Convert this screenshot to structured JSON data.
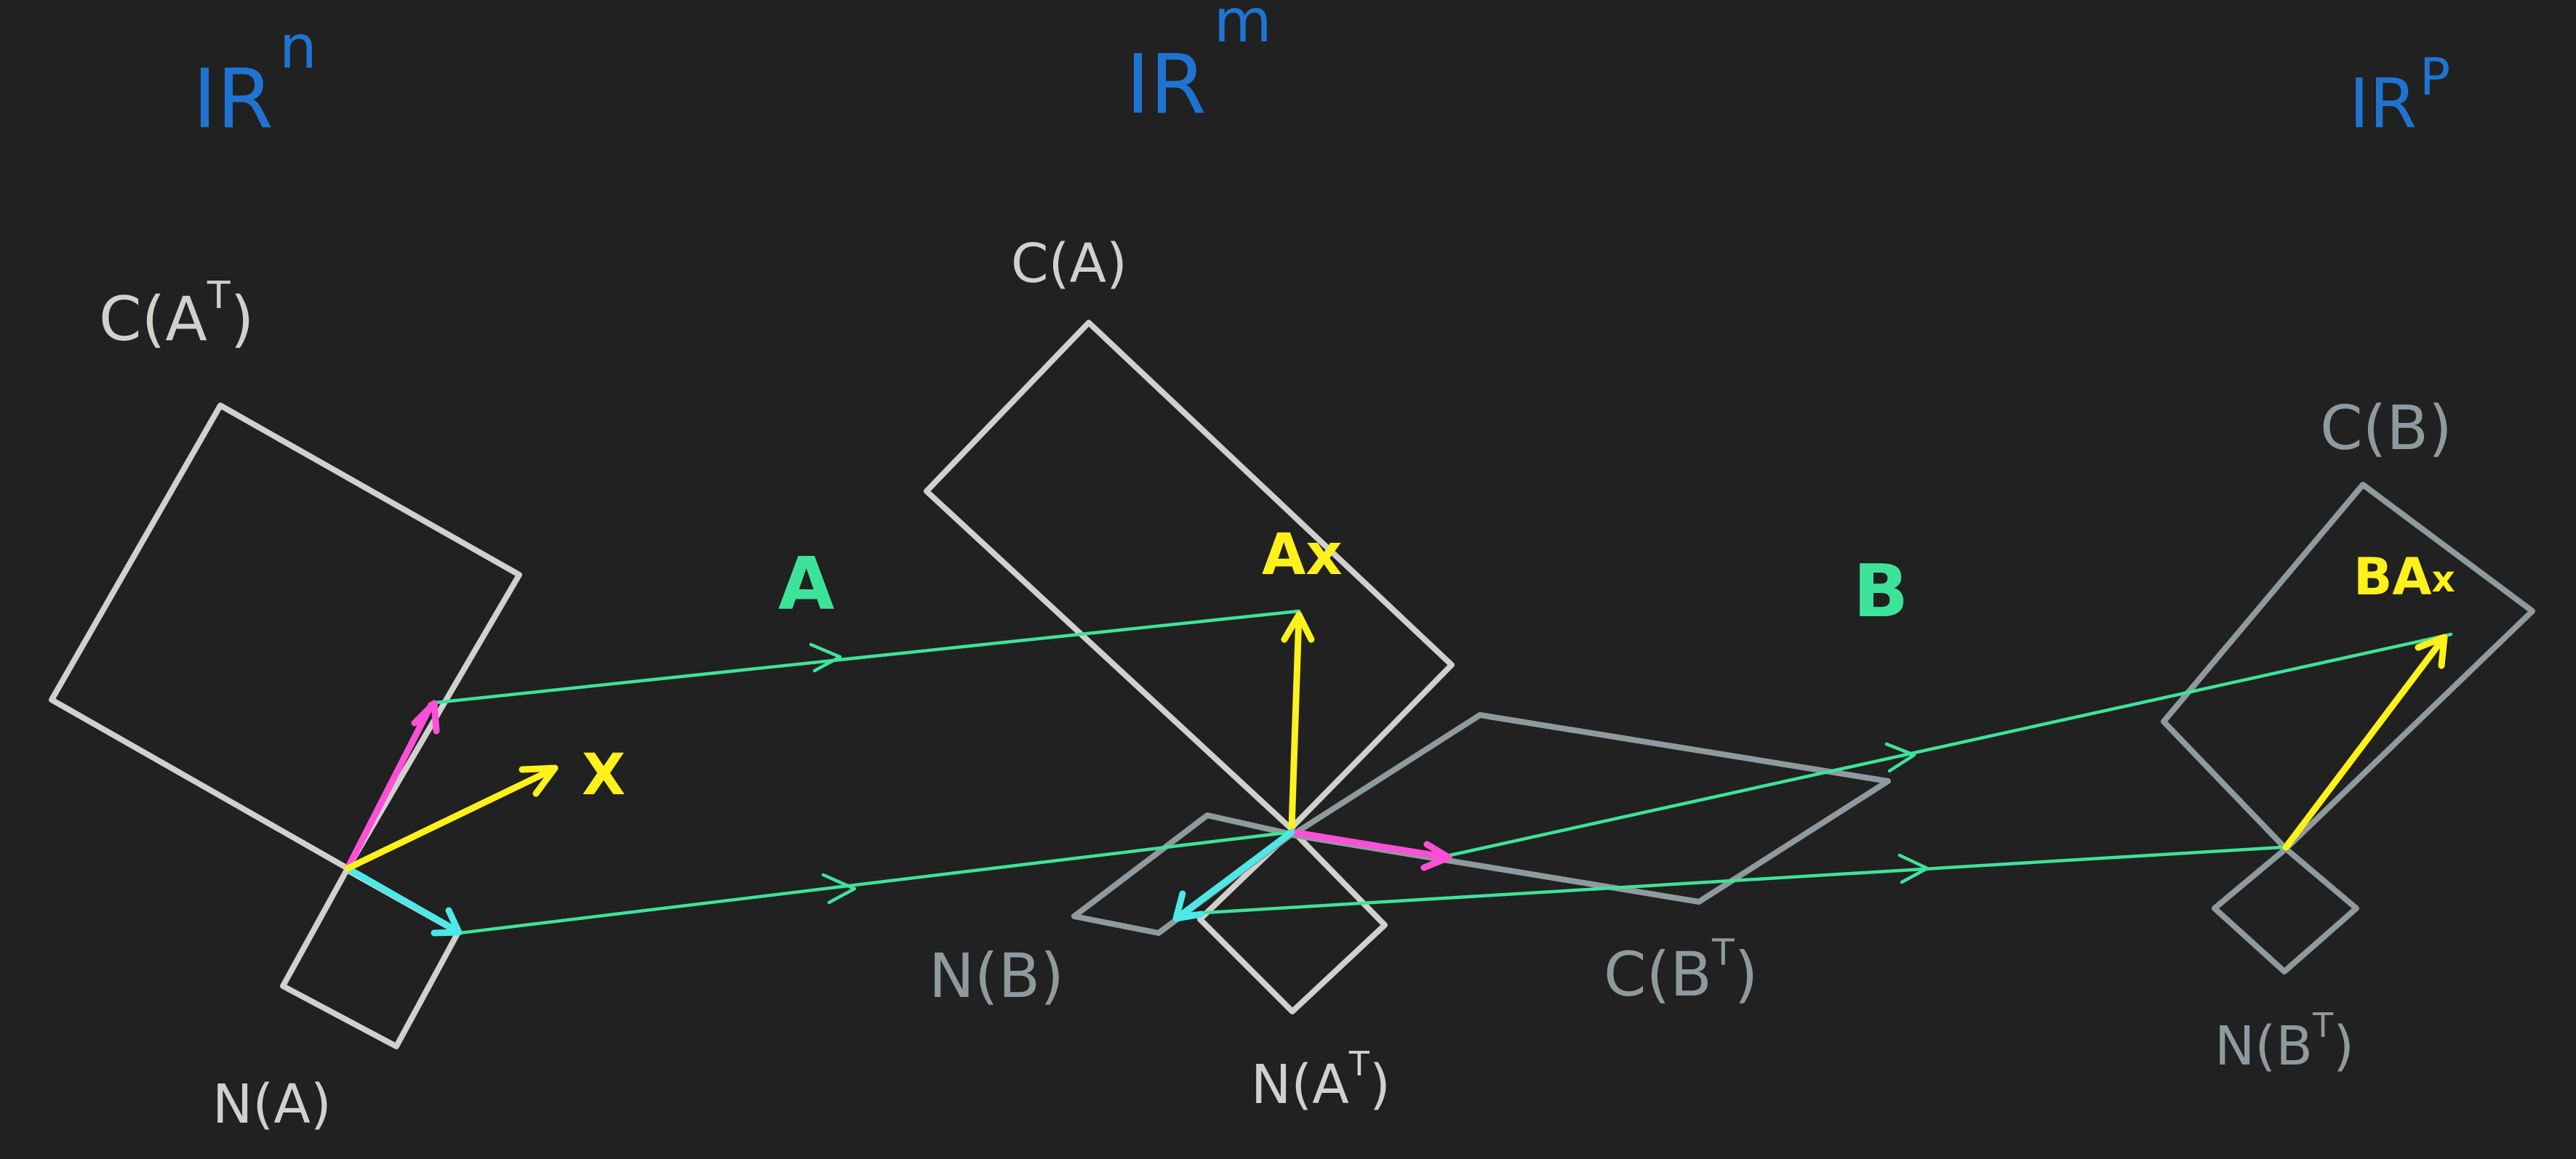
{
  "colors": {
    "background": "#212121",
    "space_label": "#1f74d3",
    "subspace_primary": "#d2d0cd",
    "subspace_secondary": "#8f9a9e",
    "map_arrow": "#3ee39a",
    "map_label": "#3ee39a",
    "vector_yellow": "#fff11c",
    "vector_magenta": "#ff4fd8",
    "vector_cyan": "#4de8e8"
  },
  "spaces": {
    "rn": {
      "base": "IR",
      "sup": "n"
    },
    "rm": {
      "base": "IR",
      "sup": "m"
    },
    "rp": {
      "base": "IR",
      "sup": "P"
    }
  },
  "subspaces": {
    "col_at": {
      "pre": "C(A",
      "sup": "T",
      "post": ")"
    },
    "null_a": "N(A)",
    "col_a": "C(A)",
    "null_b": "N(B)",
    "null_at": {
      "pre": "N(A",
      "sup": "T",
      "post": ")"
    },
    "col_bt": {
      "pre": "C(B",
      "sup": "T",
      "post": ")"
    },
    "col_b": "C(B)",
    "null_bt": {
      "pre": "N(B",
      "sup": "T",
      "post": ")"
    }
  },
  "maps": {
    "a": "A",
    "b": "B"
  },
  "vectors": {
    "x": "X",
    "ax": "Ax",
    "bax": {
      "main": "BA",
      "tail": "x"
    }
  }
}
